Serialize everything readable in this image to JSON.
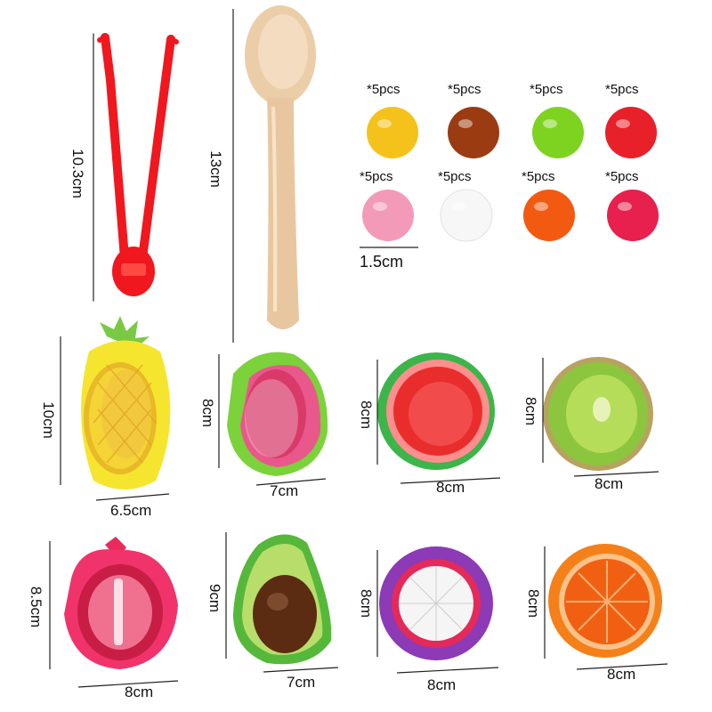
{
  "tools": {
    "tongs": {
      "label": "10.3cm",
      "color": "#f0181e"
    },
    "spoon": {
      "label": "13cm",
      "color": "#e9c9a3"
    }
  },
  "balls": {
    "size_label": "1.5cm",
    "items": [
      {
        "count": "*5pcs",
        "color": "#f4c21a"
      },
      {
        "count": "*5pcs",
        "color": "#9a3b12"
      },
      {
        "count": "*5pcs",
        "color": "#7ed321"
      },
      {
        "count": "*5pcs",
        "color": "#e8202a"
      },
      {
        "count": "*5pcs",
        "color": "#f49ab9"
      },
      {
        "count": "*5pcs",
        "color": "#f7f7f7"
      },
      {
        "count": "*5pcs",
        "color": "#f25a12"
      },
      {
        "count": "*5pcs",
        "color": "#e8204e"
      }
    ]
  },
  "fruits": {
    "pineapple": {
      "height": "10cm",
      "width": "6.5cm"
    },
    "dragonfruit": {
      "height": "8cm",
      "width": "7cm"
    },
    "watermelon": {
      "height": "8cm",
      "width": "8cm"
    },
    "kiwi": {
      "height": "8cm",
      "width": "8cm"
    },
    "pomegranate": {
      "height": "8.5cm",
      "width": "8cm"
    },
    "avocado": {
      "height": "9cm",
      "width": "7cm"
    },
    "mangosteen": {
      "height": "8cm",
      "width": "8cm"
    },
    "orange": {
      "height": "8cm",
      "width": "8cm"
    }
  }
}
